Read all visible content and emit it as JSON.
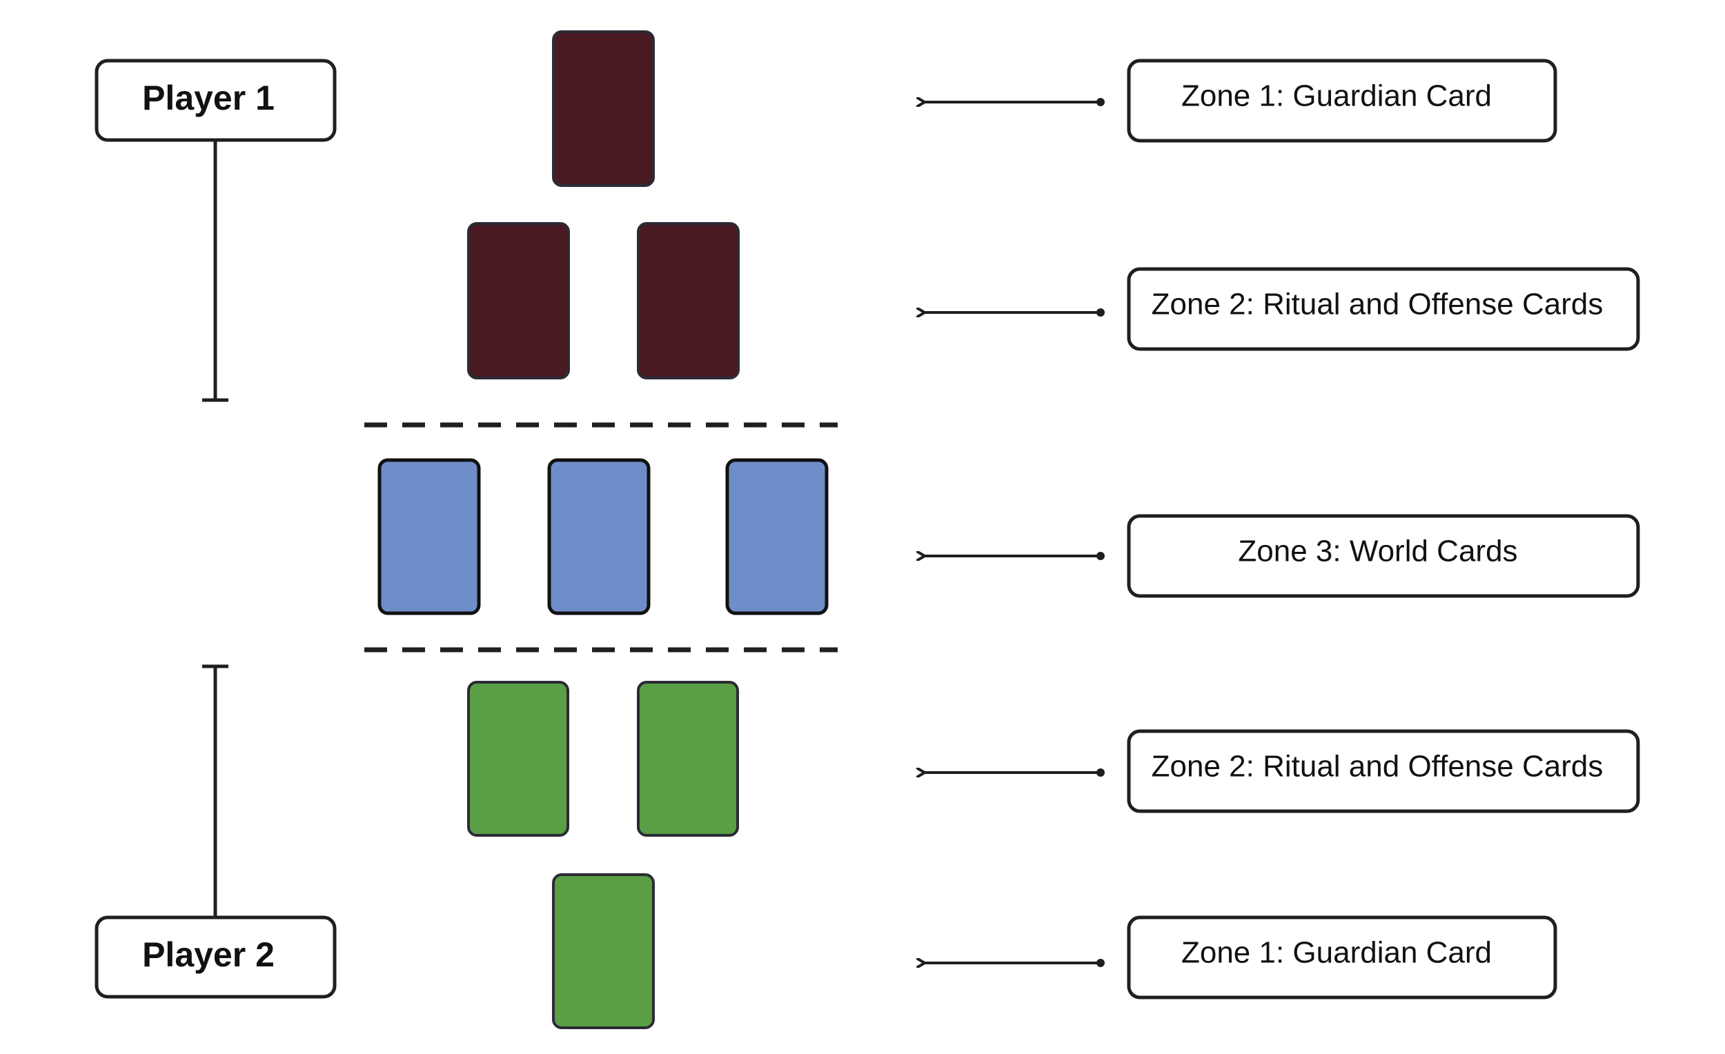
{
  "players": {
    "top": {
      "label": "Player 1"
    },
    "bottom": {
      "label": "Player 2"
    }
  },
  "zones": {
    "p1_zone1": {
      "label": "Zone 1: Guardian Card"
    },
    "p1_zone2": {
      "label": "Zone 2: Ritual and Offense Cards"
    },
    "zone3": {
      "label": "Zone 3: World Cards"
    },
    "p2_zone2": {
      "label": "Zone 2: Ritual and Offense Cards"
    },
    "p2_zone1": {
      "label": "Zone 1: Guardian Card"
    }
  },
  "colors": {
    "player1_card": "#4a1a22",
    "world_card": "#6f8dc8",
    "player2_card": "#5a9e45",
    "stroke": "#1f1f1f"
  }
}
